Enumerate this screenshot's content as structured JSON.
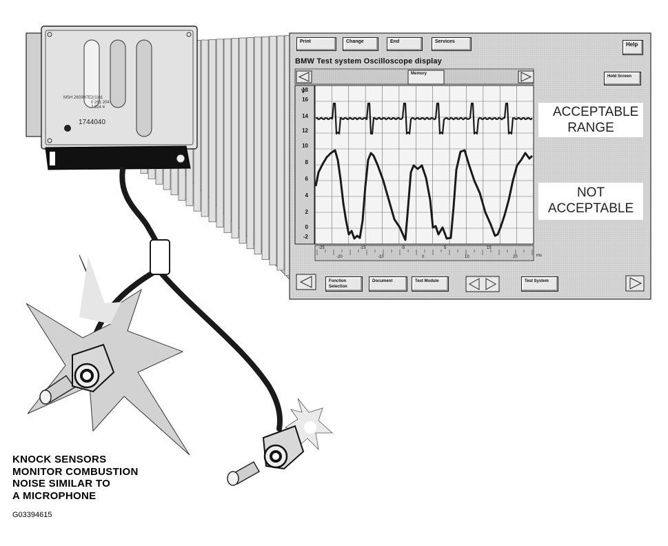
{
  "screen": {
    "title": "BMW  Test system  Oscilloscope display",
    "top_buttons": [
      "Print",
      "Change",
      "End",
      "Services"
    ],
    "help_label": "Help",
    "memory_label": "Memory",
    "hold_screen_label": "Hold Screen",
    "bottom_buttons": [
      "Function Selection",
      "Document",
      "Test Module",
      "Test System"
    ],
    "y_unit": "V",
    "y_ticks": [
      "18",
      "16",
      "14",
      "12",
      "10",
      "8",
      "6",
      "4",
      "2",
      "0",
      "-2"
    ],
    "x_ticks_upper": [
      "-25",
      "-15",
      "-5",
      "5",
      "15"
    ],
    "x_ticks_lower": [
      "-20",
      "-10",
      "0",
      "10",
      "20"
    ],
    "x_unit": "ms",
    "acceptable_label": "ACCEPTABLE RANGE",
    "not_acceptable_label": "NOT ACCEPTABLE"
  },
  "ecu": {
    "label_lines": [
      "MSH 2603H7E2(1)b1",
      "0 261 204",
      "7 524 4",
      "1744040"
    ]
  },
  "caption": [
    "KNOCK SENSORS",
    "MONITOR COMBUSTION",
    "NOISE SIMILAR TO",
    "A MICROPHONE"
  ],
  "figure_code": "G03394615",
  "colors": {
    "screen_bg": "#d8d8d8",
    "grid_bg": "#f4f4f4",
    "trace": "#1a1a1a"
  }
}
